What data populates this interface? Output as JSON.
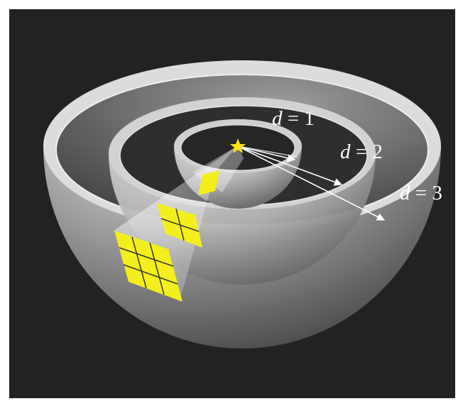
{
  "labels": {
    "d1": {
      "var": "d",
      "rest": " = 1"
    },
    "d2": {
      "var": "d",
      "rest": " = 2"
    },
    "d3": {
      "var": "d",
      "rest": " = 3"
    }
  },
  "colors": {
    "background": "#222222",
    "page": "#ffffff",
    "patch": "#f4ef1c",
    "star": "#ffe21a",
    "shell": "#cfcfcf",
    "arrow": "#ffffff"
  },
  "icons": {
    "source": "star-icon"
  },
  "patch_grids": {
    "inner": [
      1,
      1
    ],
    "middle": [
      2,
      2
    ],
    "outer": [
      3,
      3
    ]
  }
}
